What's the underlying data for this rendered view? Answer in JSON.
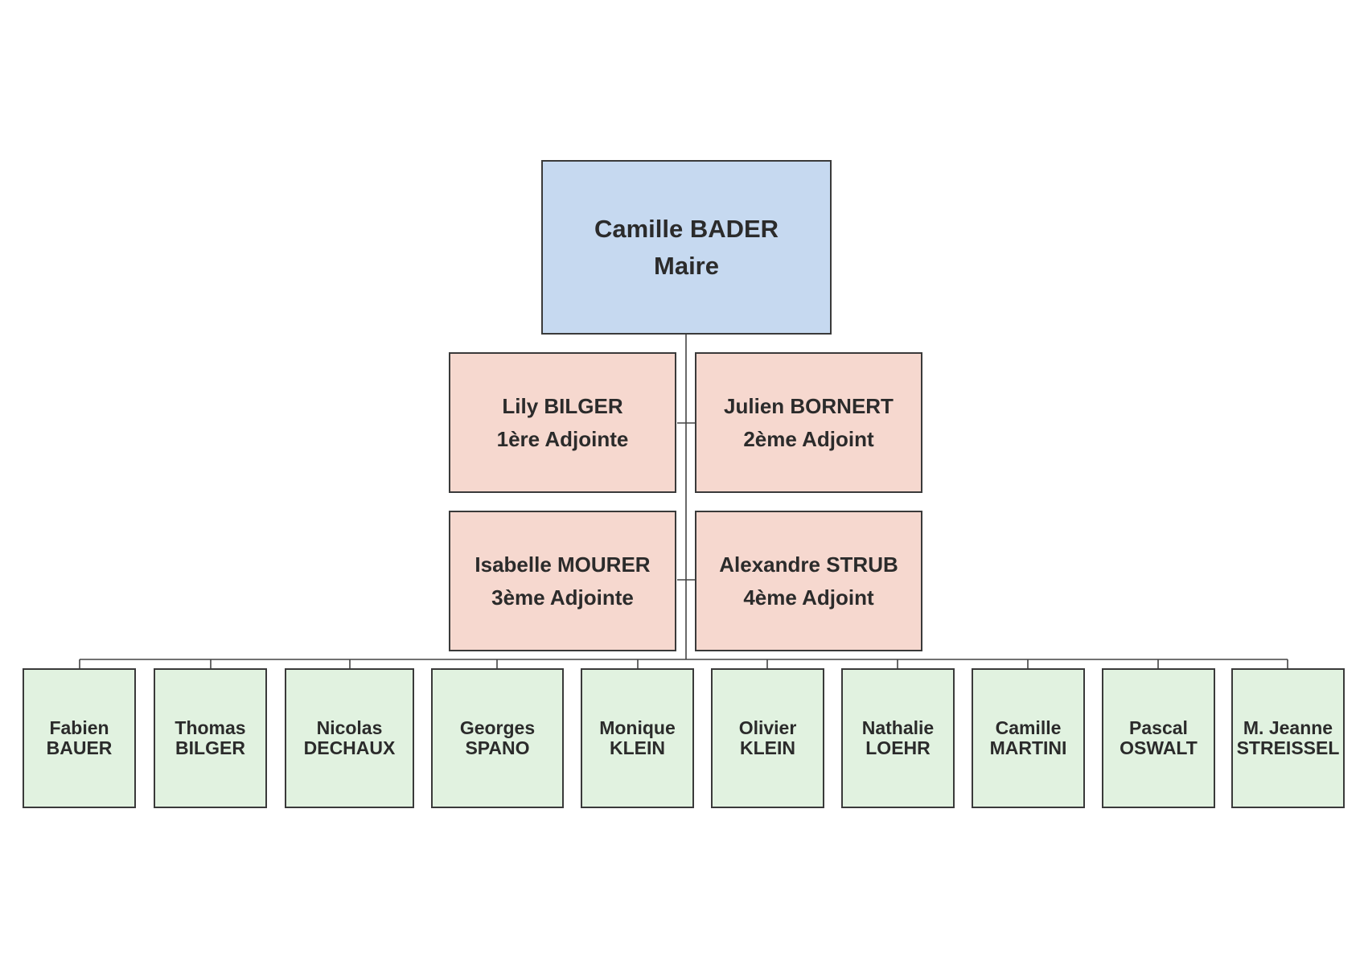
{
  "mayor": {
    "name": "Camille BADER",
    "title": "Maire",
    "color": "#c6d9f0"
  },
  "deputies": {
    "color": "#f6d8cf",
    "items": [
      {
        "name": "Lily BILGER",
        "title": "1ère Adjointe"
      },
      {
        "name": "Julien BORNERT",
        "title": "2ème Adjoint"
      },
      {
        "name": "Isabelle MOURER",
        "title": "3ème Adjointe"
      },
      {
        "name": "Alexandre STRUB",
        "title": "4ème Adjoint"
      }
    ]
  },
  "councillors": {
    "color": "#e1f2e0",
    "items": [
      {
        "first": "Fabien",
        "last": "BAUER"
      },
      {
        "first": "Thomas",
        "last": "BILGER"
      },
      {
        "first": "Nicolas",
        "last": "DECHAUX"
      },
      {
        "first": "Georges",
        "last": "SPANO"
      },
      {
        "first": "Monique",
        "last": "KLEIN"
      },
      {
        "first": "Olivier",
        "last": "KLEIN"
      },
      {
        "first": "Nathalie",
        "last": "LOEHR"
      },
      {
        "first": "Camille",
        "last": "MARTINI"
      },
      {
        "first": "Pascal",
        "last": "OSWALT"
      },
      {
        "first": "M. Jeanne",
        "last": "STREISSEL"
      }
    ]
  }
}
